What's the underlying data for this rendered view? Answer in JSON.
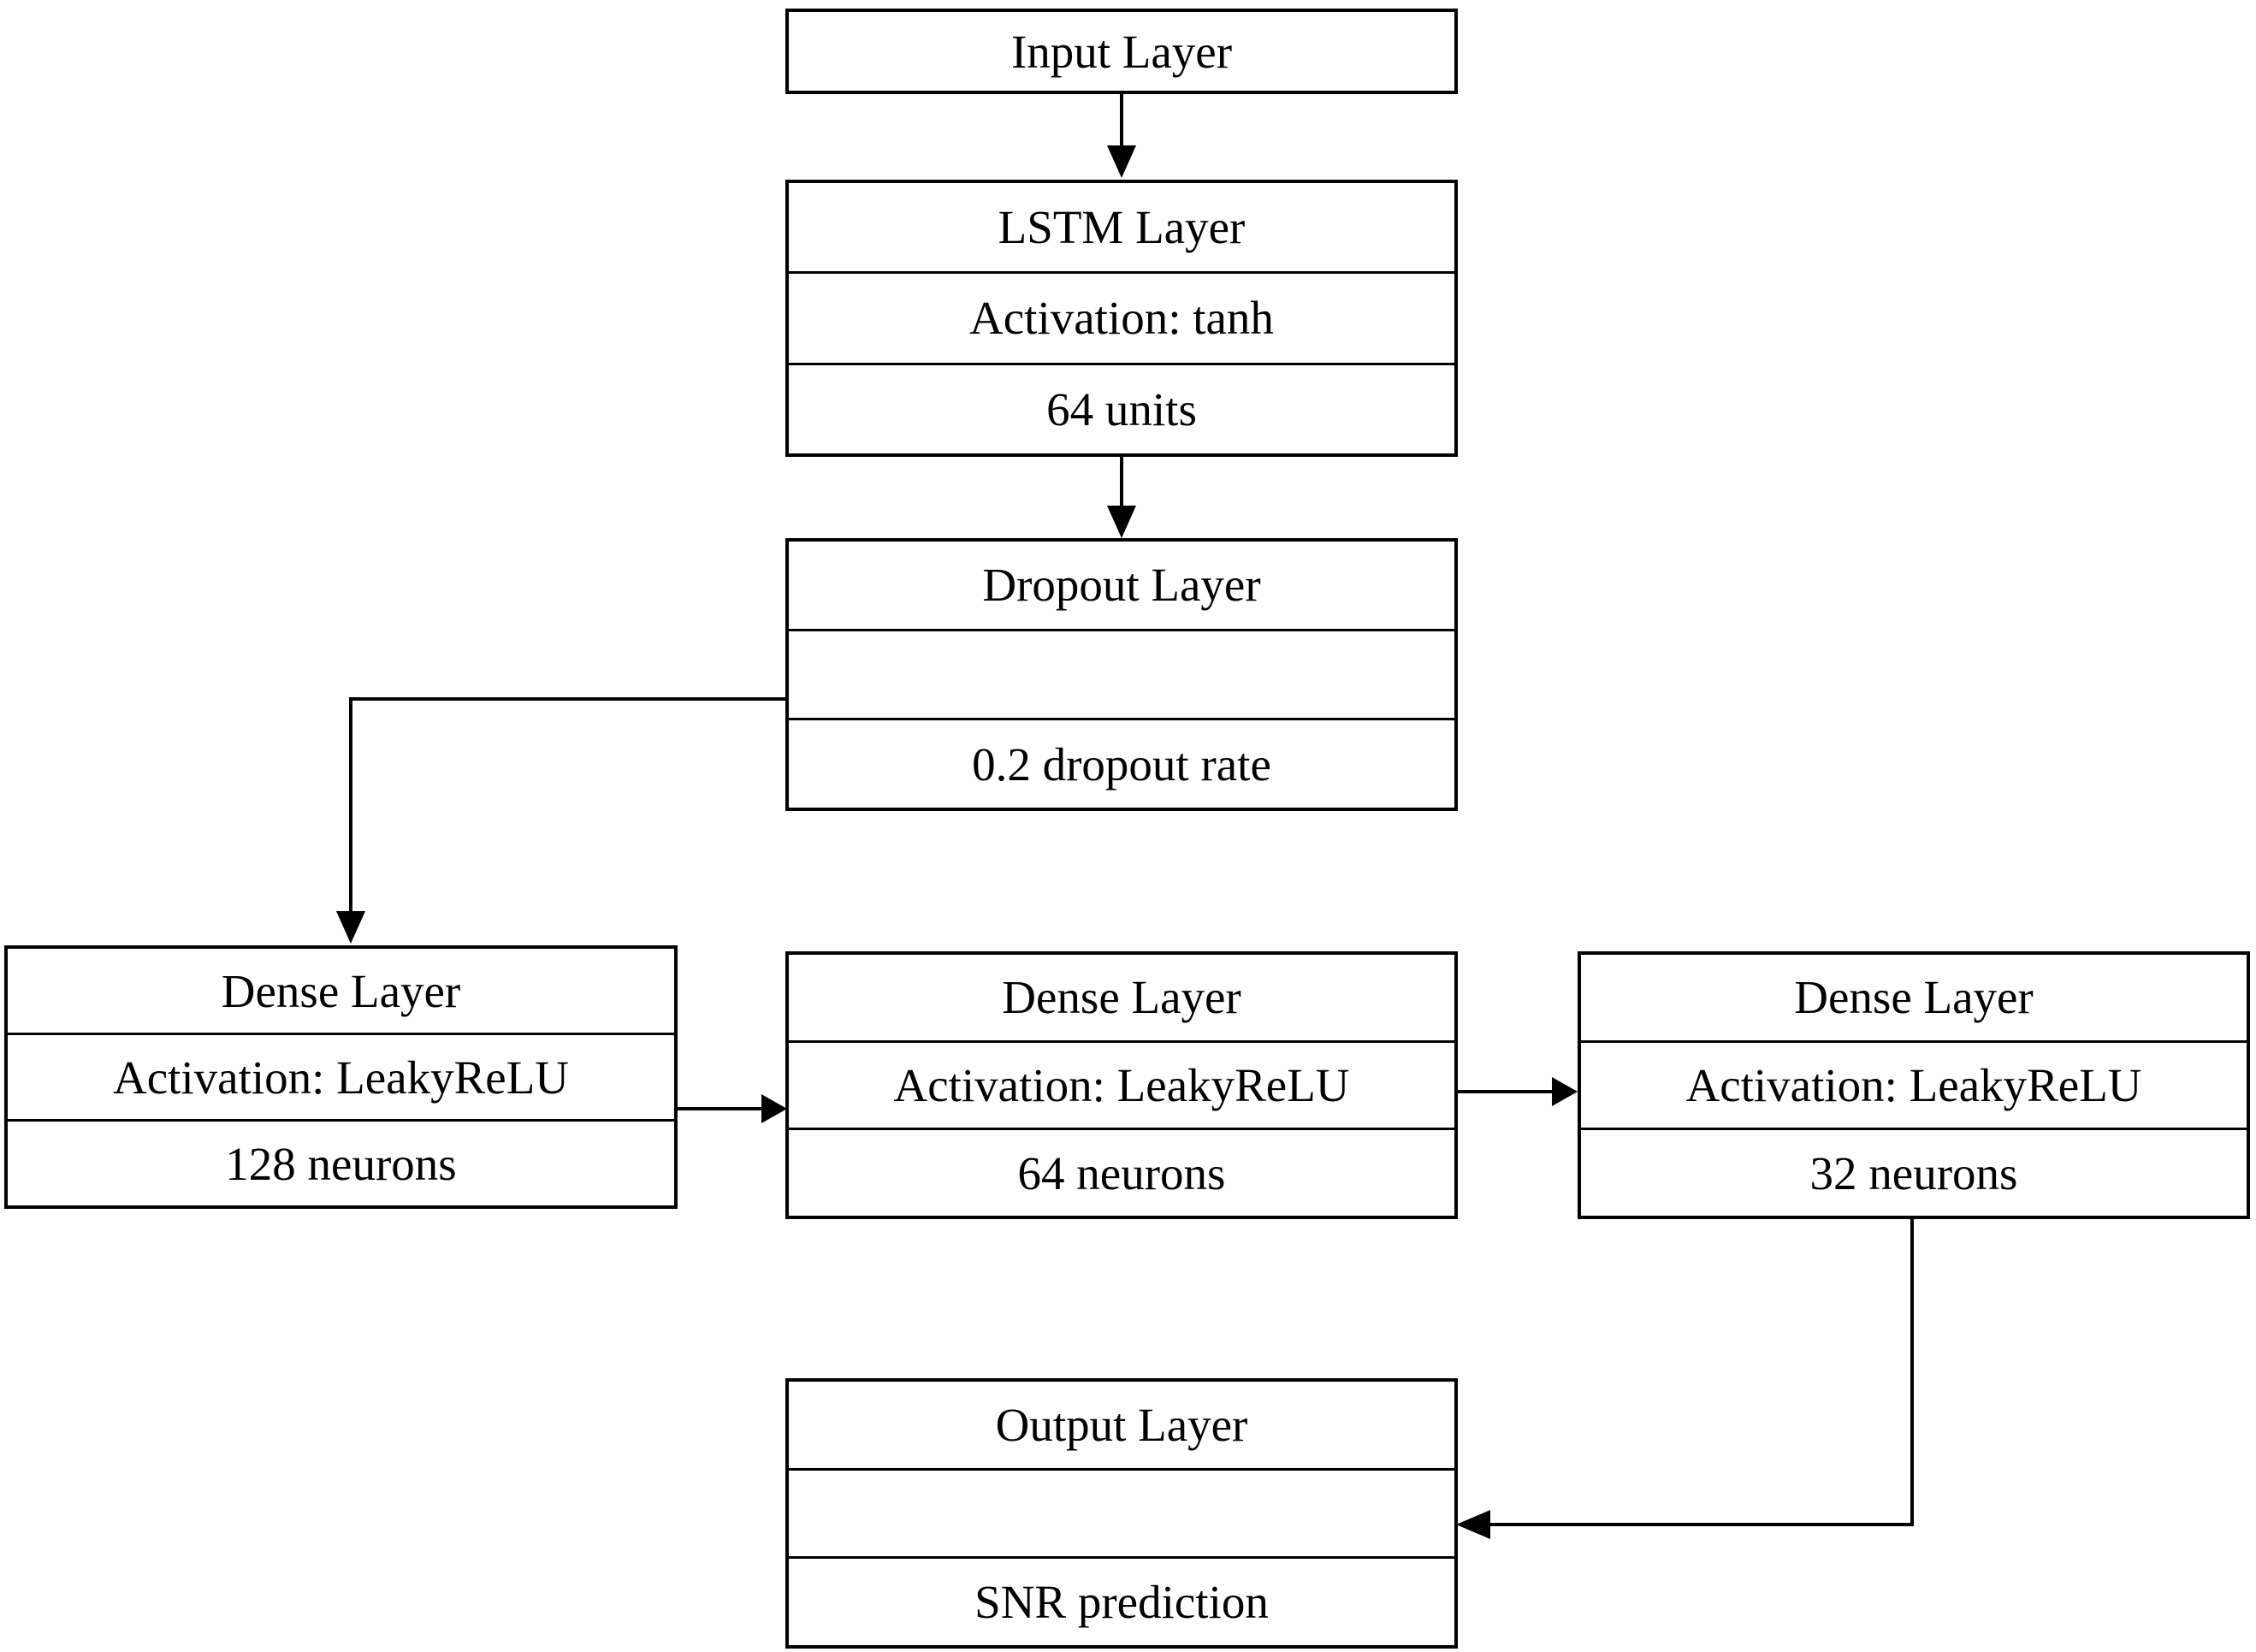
{
  "diagram": {
    "background_color": "#ffffff",
    "line_color": "#000000",
    "text_color": "#000000",
    "nodes": {
      "input": {
        "title": "Input Layer"
      },
      "lstm": {
        "title": "LSTM Layer",
        "activation": "Activation: tanh",
        "units": "64 units"
      },
      "dropout": {
        "title": "Dropout Layer",
        "spacer": "",
        "rate": "0.2 dropout rate"
      },
      "dense1": {
        "title": "Dense Layer",
        "activation": "Activation: LeakyReLU",
        "units": "128 neurons"
      },
      "dense2": {
        "title": "Dense Layer",
        "activation": "Activation: LeakyReLU",
        "units": "64 neurons"
      },
      "dense3": {
        "title": "Dense Layer",
        "activation": "Activation: LeakyReLU",
        "units": "32 neurons"
      },
      "output": {
        "title": "Output Layer",
        "spacer": "",
        "result": "SNR prediction"
      }
    }
  }
}
